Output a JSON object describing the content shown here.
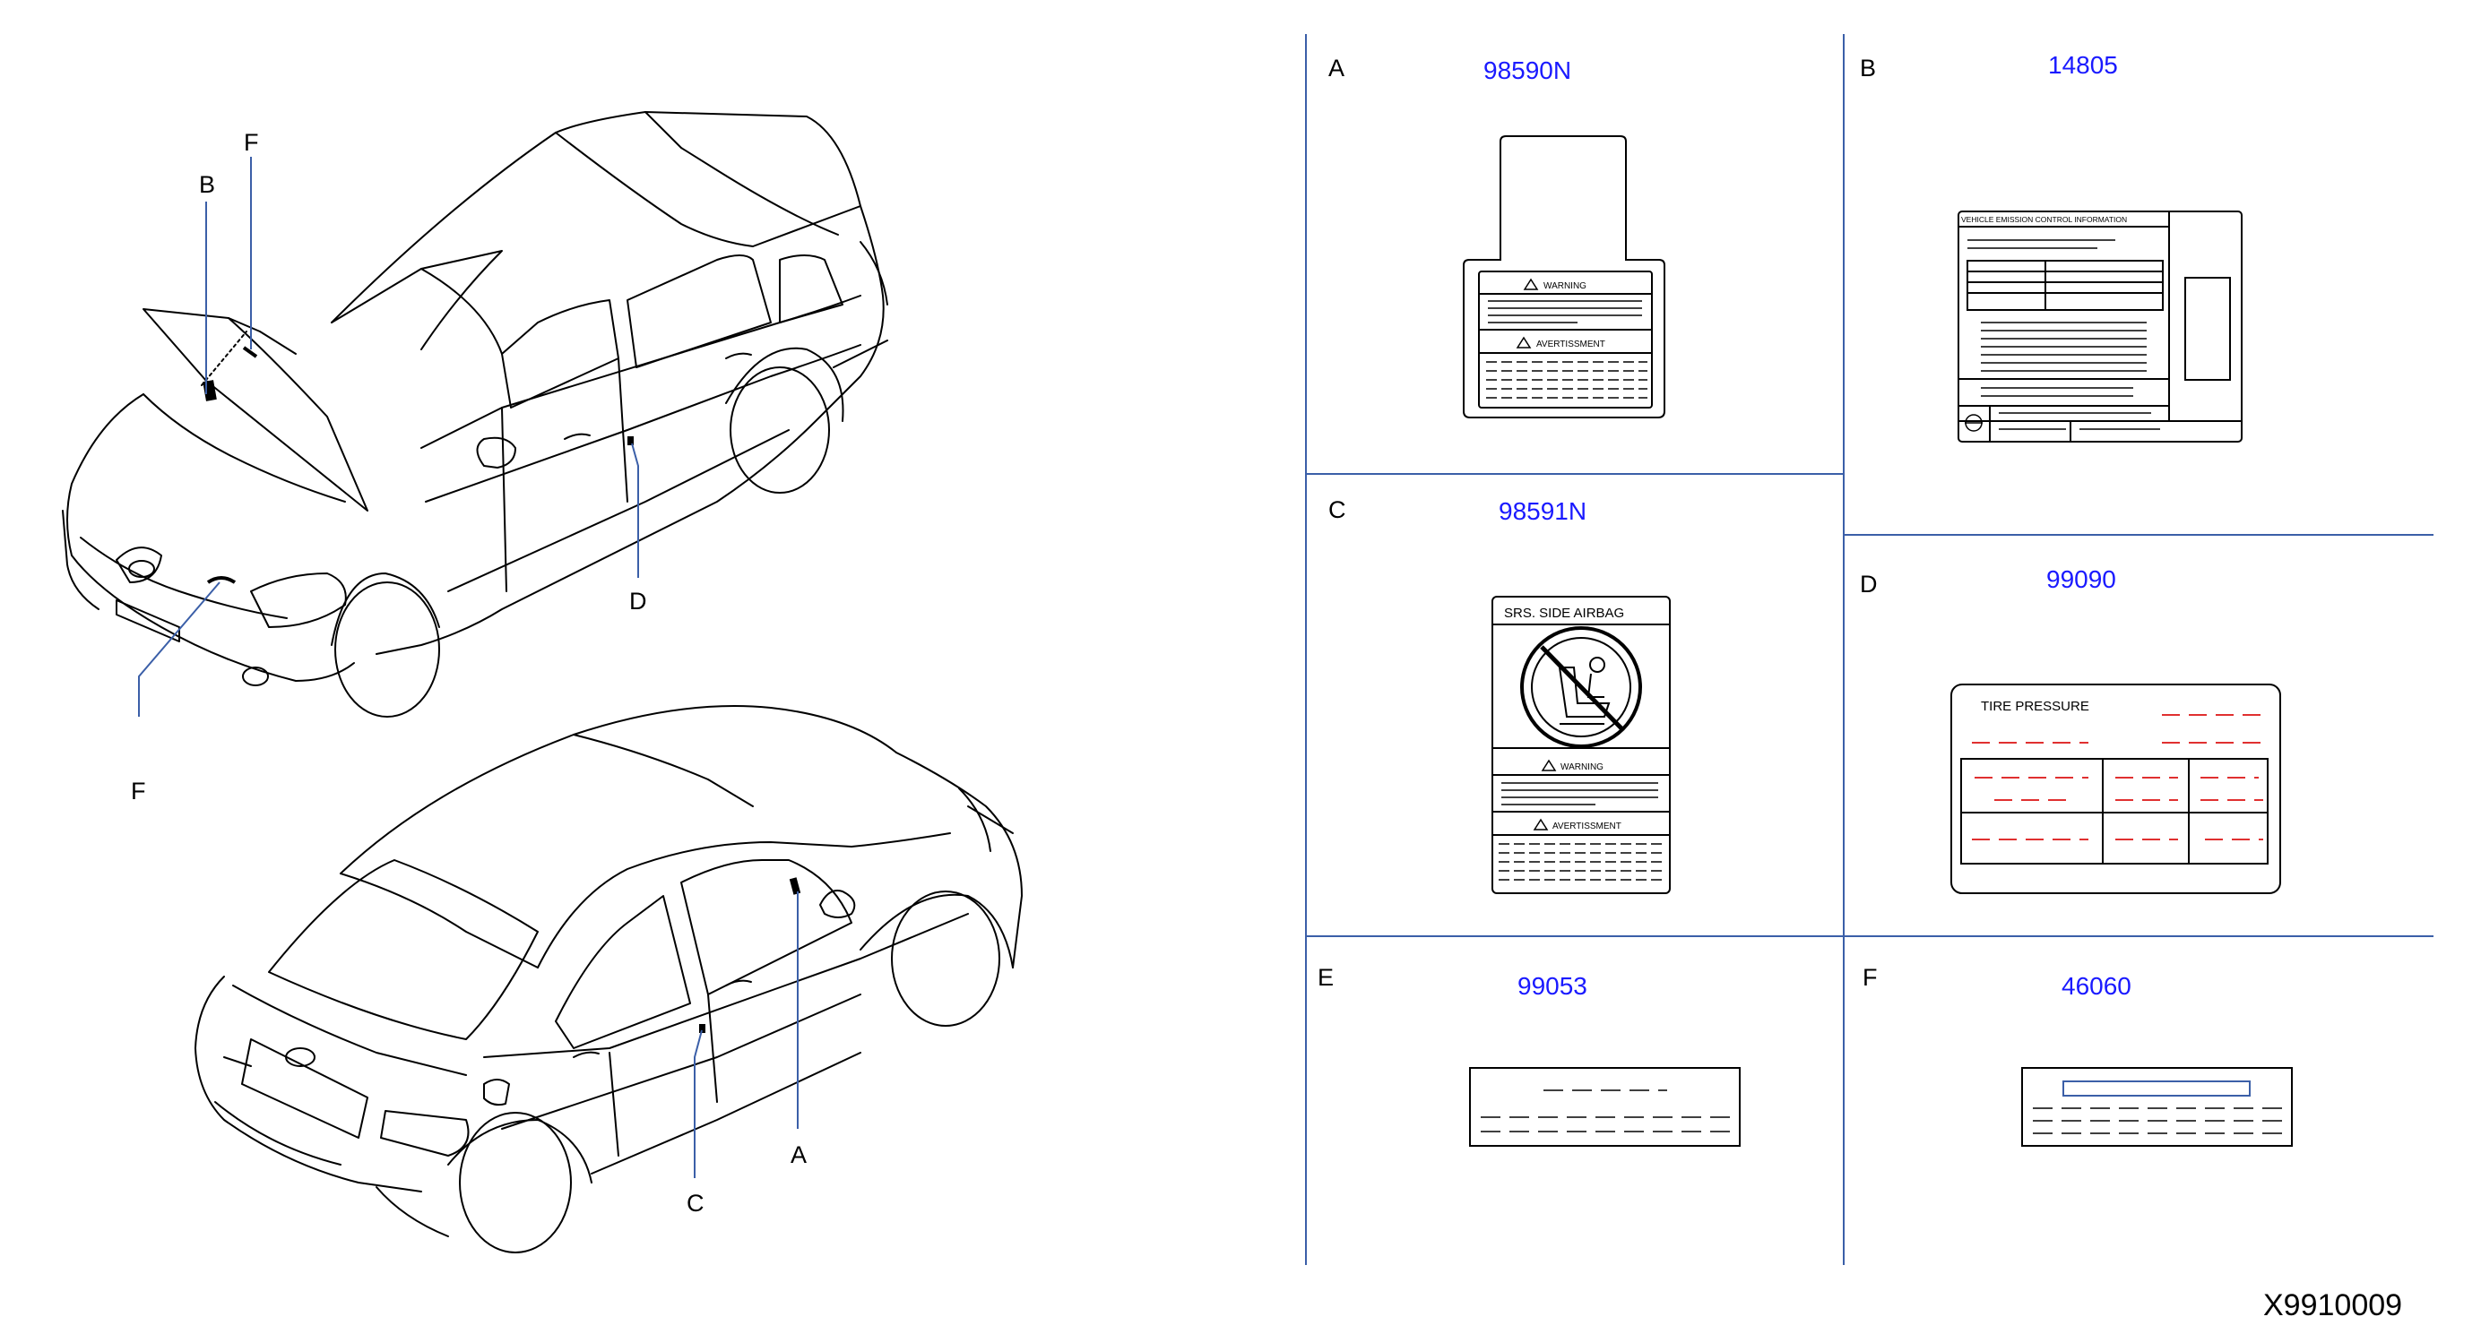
{
  "callouts": {
    "front_car": [
      "B",
      "F",
      "F",
      "D"
    ],
    "rear_car": [
      "A",
      "C"
    ]
  },
  "cells": [
    {
      "letter": "A",
      "part": "98590N"
    },
    {
      "letter": "B",
      "part": "14805"
    },
    {
      "letter": "C",
      "part": "98591N"
    },
    {
      "letter": "D",
      "part": "99090"
    },
    {
      "letter": "E",
      "part": "99053"
    },
    {
      "letter": "F",
      "part": "46060"
    }
  ],
  "label_text": {
    "warning": "WARNING",
    "avertissment": "AVERTISSMENT",
    "srs_title": "SRS.  SIDE  AIRBAG",
    "emission_header": "VEHICLE    EMISSION    CONTROL    INFORMATION",
    "tire_pressure": "TIRE   PRESSURE"
  },
  "diagram_ref": "X9910009",
  "colors": {
    "line": "#000000",
    "grid": "#3b5fa8",
    "part_number": "#1a1aff",
    "tire_dash": "#e03030"
  },
  "icons": {
    "car_front": "sedan-front-three-quarter",
    "car_rear": "sedan-rear-three-quarter",
    "no_child_seat": "prohibited-child-seat-icon",
    "nissan_logo": "nissan-logo-icon"
  }
}
